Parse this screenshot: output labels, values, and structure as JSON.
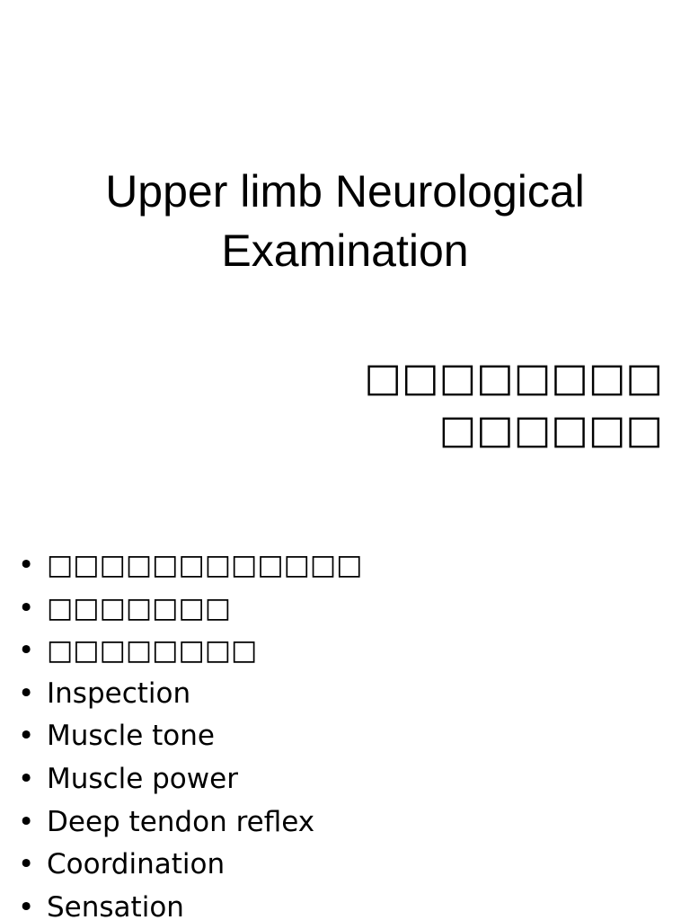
{
  "slide": {
    "title_line1": "Upper limb Neurological",
    "title_line2": "Examination",
    "subtitle_line1": "□□□□□□□□",
    "subtitle_line2": "□□□□□□",
    "bullet_symbol": "•",
    "bullets": [
      "□□□□□□□□□□□□",
      "□□□□□□□",
      "□□□□□□□□",
      "Inspection",
      "Muscle tone",
      "Muscle power",
      "Deep tendon reflex",
      "Coordination",
      "Sensation"
    ]
  }
}
